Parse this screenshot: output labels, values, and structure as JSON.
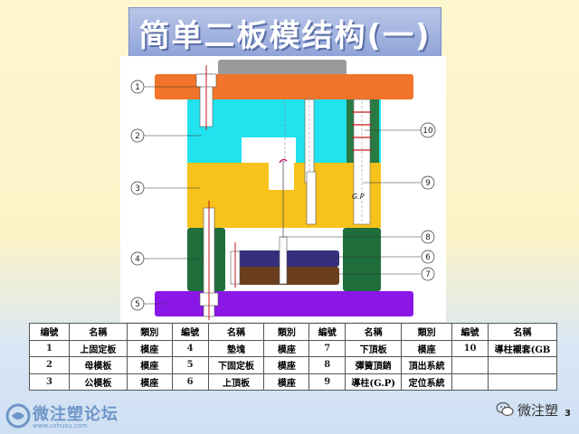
{
  "title": "简单二板模结构(一)",
  "diagram": {
    "callouts": [
      "1",
      "2",
      "3",
      "4",
      "5",
      "6",
      "7",
      "8",
      "9",
      "10"
    ],
    "guide_label": "G.P",
    "colors": {
      "top_clamp": "#f2742a",
      "cavity_plate": "#22e2ee",
      "core_plate": "#f7c21c",
      "spacer": "#1f6e3c",
      "ejector": "#352f7e",
      "ejector_retainer": "#6b3f1d",
      "bottom_clamp": "#8a17e6",
      "sprue": "#9a9a9a"
    }
  },
  "table": {
    "headers": [
      "编號",
      "名稱",
      "類別",
      "編號",
      "名稱",
      "類別",
      "編號",
      "名稱",
      "類別",
      "編號",
      "名稱"
    ],
    "rows": [
      [
        "1",
        "上固定板",
        "模座",
        "4",
        "墊塊",
        "模座",
        "7",
        "下頂板",
        "模座",
        "10",
        "導柱襯套(GB"
      ],
      [
        "2",
        "母模板",
        "模座",
        "5",
        "下固定板",
        "模座",
        "8",
        "彈簧頂銷",
        "頂出系統",
        "",
        ""
      ],
      [
        "3",
        "公模板",
        "模座",
        "6",
        "上頂板",
        "模座",
        "9",
        "導柱(G.P)",
        "定位系統",
        "",
        ""
      ]
    ]
  },
  "footer": {
    "site_name": "微注塑论坛",
    "site_url": "www.vzhusu.com",
    "wechat_name": "微注塑",
    "page_number": "3"
  }
}
